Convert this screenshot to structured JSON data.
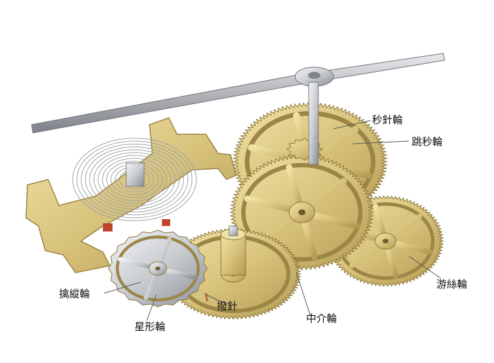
{
  "labels": {
    "second_wheel": "秒針輪",
    "jump_second_wheel": "跳秒輪",
    "escape_wheel": "擒縱輪",
    "star_wheel": "星形輪",
    "pin": "撥針",
    "intermediate_wheel": "中介輪",
    "hairspring_wheel": "游絲輪"
  },
  "colors": {
    "gold": "#d8c37c",
    "gold_dark": "#a8904a",
    "gold_light": "#efe2a8",
    "steel": "#c9ccd1",
    "steel_dark": "#8b8f96"
  }
}
